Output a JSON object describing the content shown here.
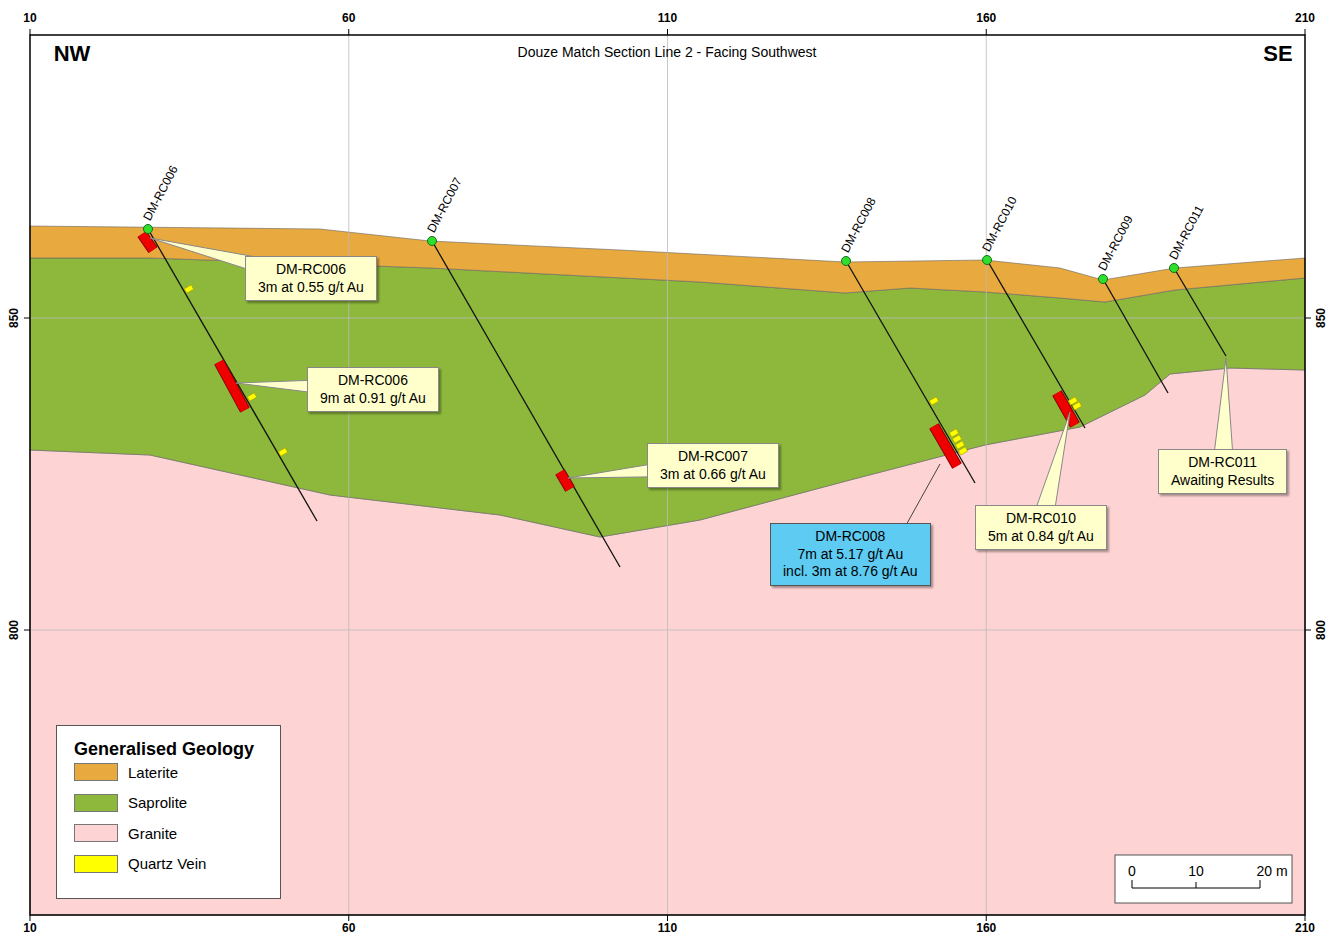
{
  "diagram": {
    "title": "Douze Match Section Line 2 - Facing Southwest",
    "nodes": [
      {
        "text": [
          "DM-RC006",
          "3m at 0.55 g/t Au"
        ]
      },
      {
        "text": [
          "DM-RC006",
          "9m at 0.91 g/t Au"
        ]
      },
      {
        "text": [
          "DM-RC007",
          "3m at 0.66 g/t Au"
        ]
      },
      {
        "text": [
          "DM-RC008",
          "7m at 5.17 g/t Au",
          "incl. 3m at 8.76 g/t Au"
        ]
      },
      {
        "text": [
          "DM-RC010",
          "5m at 0.84 g/t Au"
        ]
      },
      {
        "text": [
          "DM-RC011",
          "Awaiting Results"
        ]
      }
    ],
    "labels": [
      "NW",
      "SE",
      "10",
      "60",
      "110",
      "160",
      "210",
      "10",
      "60",
      "110",
      "160",
      "210",
      "850",
      "800",
      "850",
      "800",
      "DM-RC006",
      "DM-RC007",
      "DM-RC008",
      "DM-RC010",
      "DM-RC009",
      "DM-RC011",
      "Generalised Geology",
      "0",
      "10",
      "20 m"
    ],
    "legend": [
      {
        "text": "Laterite",
        "color": "#E8A93E"
      },
      {
        "text": "Saprolite",
        "color": "#8DB83C"
      },
      {
        "text": "Granite",
        "color": "#FDD3D3"
      },
      {
        "text": "Quartz Vein",
        "color": "#FFFF00"
      }
    ]
  }
}
